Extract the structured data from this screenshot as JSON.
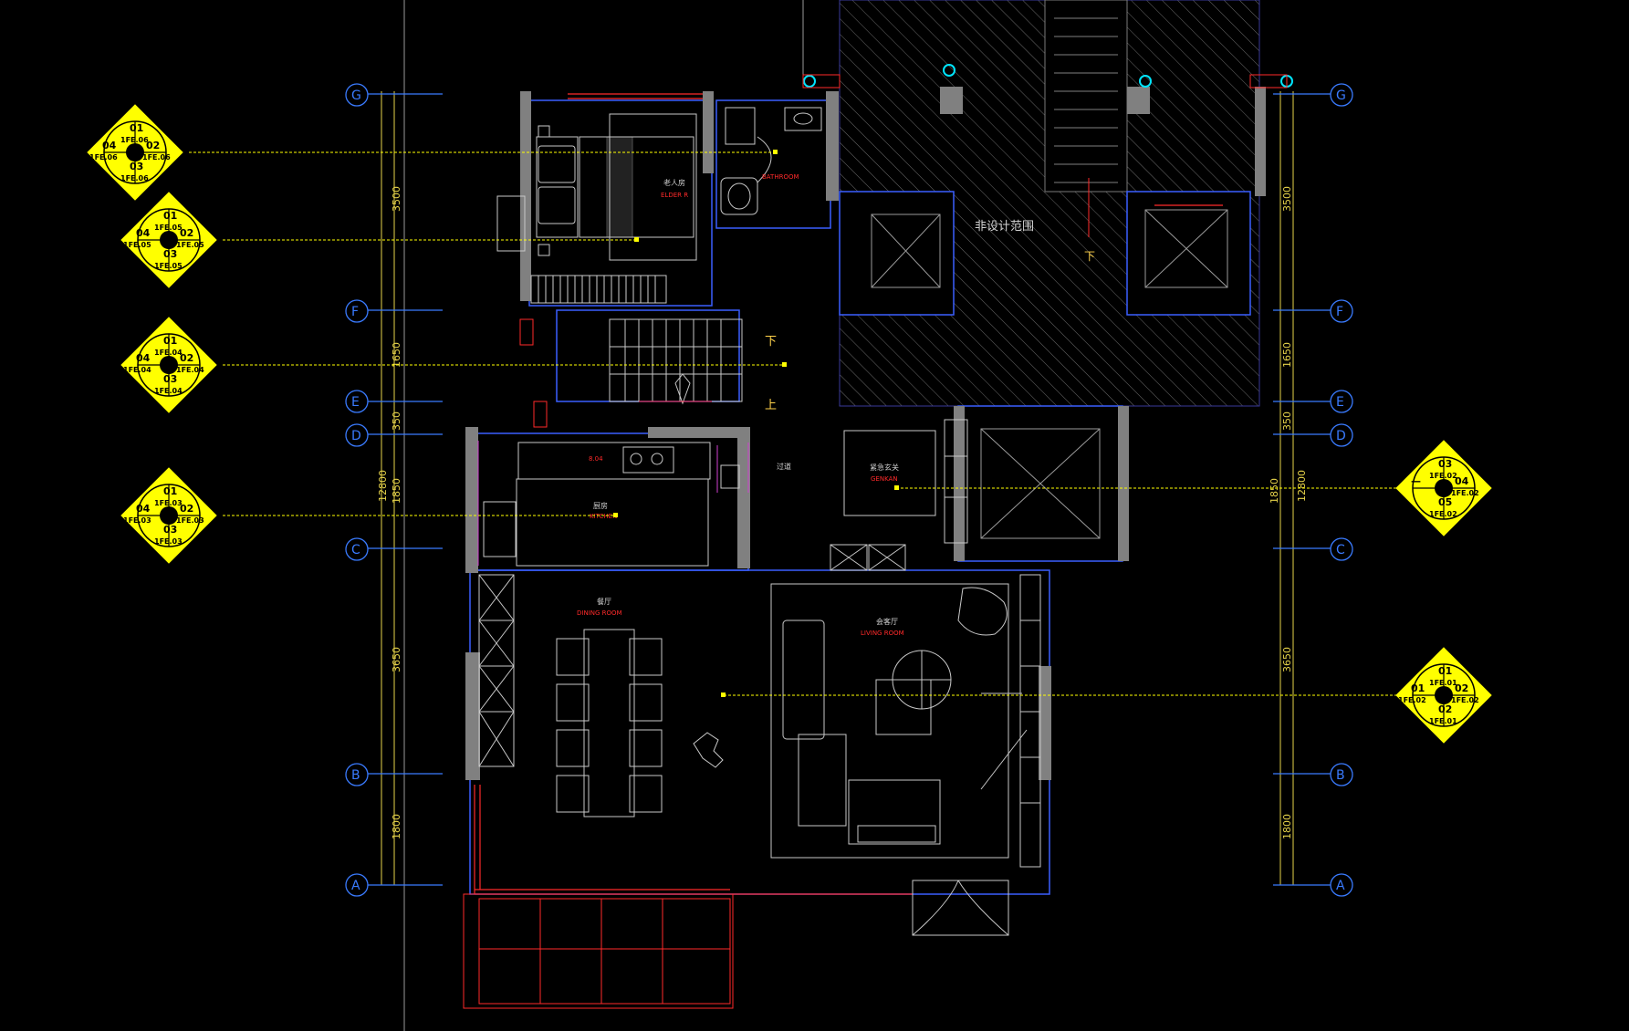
{
  "grid_axes": {
    "left": [
      "G",
      "F",
      "E",
      "D",
      "C",
      "B",
      "A"
    ],
    "right": [
      "G",
      "F",
      "E",
      "D",
      "C",
      "B",
      "A"
    ]
  },
  "dimensions": {
    "left": [
      "3500",
      "1650",
      "350",
      "1850",
      "3650",
      "1800"
    ],
    "left_total": "12800",
    "right": [
      "3500",
      "1650",
      "350",
      "1850",
      "3650",
      "1800"
    ],
    "right_total": "12800"
  },
  "rooms": {
    "elder": {
      "cn": "老人房",
      "en": "ELDER R"
    },
    "bathroom": {
      "cn": "",
      "en": "BATHROOM"
    },
    "kitchen": {
      "cn": "厨房",
      "en": "KITCHEN"
    },
    "corridor": {
      "cn": "过道",
      "en": ""
    },
    "genkan": {
      "cn": "紧急玄关",
      "en": "GENKAN"
    },
    "dining": {
      "cn": "餐厅",
      "en": "DINING ROOM"
    },
    "living": {
      "cn": "会客厅",
      "en": "LIVING ROOM"
    },
    "kitchen_code": "8.04"
  },
  "annotations": {
    "non_design_area": "非设计范围",
    "stair_down": "下",
    "stair_up": "上",
    "stair_down_2": "下"
  },
  "elevation_tags": [
    {
      "id": "tag-1fe06",
      "top": "01",
      "left": "04",
      "right": "02",
      "bottom": "03",
      "ref_top": "1FE.06",
      "ref_left": "1FE.06",
      "ref_right": "1FE.06",
      "ref_bottom": "1FE.06"
    },
    {
      "id": "tag-1fe05",
      "top": "01",
      "left": "04",
      "right": "02",
      "bottom": "03",
      "ref_top": "1FE.05",
      "ref_left": "1FE.05",
      "ref_right": "1FE.05",
      "ref_bottom": "1FE.05"
    },
    {
      "id": "tag-1fe04",
      "top": "01",
      "left": "04",
      "right": "02",
      "bottom": "03",
      "ref_top": "1FE.04",
      "ref_left": "1FE.04",
      "ref_right": "1FE.04",
      "ref_bottom": "1FE.04"
    },
    {
      "id": "tag-1fe03",
      "top": "01",
      "left": "04",
      "right": "02",
      "bottom": "03",
      "ref_top": "1FE.03",
      "ref_left": "1FE.03",
      "ref_right": "1FE.03",
      "ref_bottom": "1FE.03"
    },
    {
      "id": "tag-1fe02-right",
      "top": "03",
      "left": "—",
      "right": "04",
      "bottom": "05",
      "ref_top": "1FE.02",
      "ref_left": "",
      "ref_right": "1FE.02",
      "ref_bottom": "1FE.02"
    },
    {
      "id": "tag-1fe01-right",
      "top": "01",
      "left": "01",
      "right": "02",
      "bottom": "02",
      "ref_top": "1FE.01",
      "ref_left": "1FE.02",
      "ref_right": "1FE.02",
      "ref_bottom": "1FE.01"
    }
  ],
  "colors": {
    "background": "#000000",
    "grid_blue": "#3a7bff",
    "dim_yellow": "#e6d34a",
    "wall_gray": "#808080",
    "wall_red": "#ff2a2a",
    "furniture": "#c8c8c8",
    "tag_yellow": "#ffff00",
    "cyan": "#00e5ff",
    "magenta": "#d040d0"
  }
}
